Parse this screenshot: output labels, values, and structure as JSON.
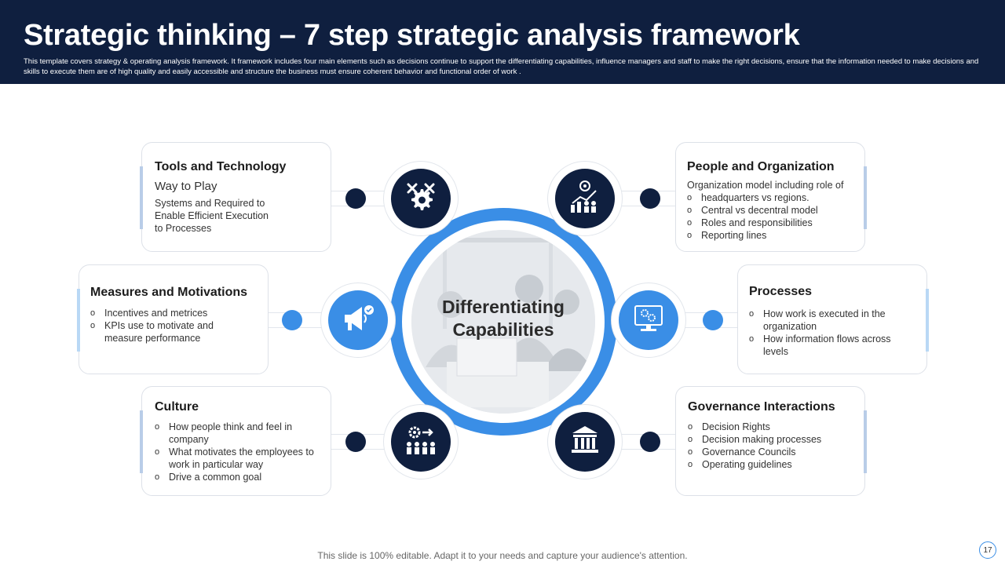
{
  "header": {
    "title": "Strategic thinking – 7 step strategic analysis framework",
    "subtitle": "This template covers strategy & operating analysis framework. It framework includes four main elements such as decisions continue to support the differentiating capabilities, influence managers and staff to make the right decisions, ensure that the information needed to make decisions and skills to execute them are of high quality and easily accessible and structure the business must ensure coherent behavior and functional order of work ."
  },
  "center": {
    "label_line1": "Differentiating",
    "label_line2": "Capabilities"
  },
  "cards": {
    "tools": {
      "title": "Tools and Technology",
      "subtitle": "Way to Play",
      "text_lines": [
        "Systems and Required  to",
        "Enable Efficient Execution",
        "to Processes"
      ]
    },
    "people": {
      "title": "People and Organization",
      "lines": [
        "Organization  model including role of"
      ],
      "bullets": [
        "headquarters  vs regions.",
        "Central vs decentral model",
        "Roles and responsibilities",
        "Reporting lines"
      ]
    },
    "measures": {
      "title": "Measures and Motivations",
      "bullets": [
        "Incentives  and metrices",
        "KPIs use to motivate  and measure performance"
      ]
    },
    "processes": {
      "title": "Processes",
      "bullets": [
        "How work is executed  in the organization",
        "How information  flows across levels"
      ]
    },
    "culture": {
      "title": "Culture",
      "bullets": [
        "How people think and feel in company",
        "What motivates the employees to work in particular way",
        "Drive  a common goal"
      ]
    },
    "governance": {
      "title": "Governance Interactions",
      "bullets": [
        "Decision Rights",
        "Decision making processes",
        "Governance  Councils",
        "Operating guidelines"
      ]
    }
  },
  "icons": {
    "tools": "gear-wrench-icon",
    "people": "growth-chart-people-icon",
    "measures": "megaphone-icon",
    "processes": "monitor-gears-icon",
    "culture": "gear-team-icon",
    "governance": "bank-building-icon"
  },
  "colors": {
    "header_bg": "#0f1f3f",
    "navy": "#0f1f3f",
    "blue": "#3a8ee6",
    "accent_light": "#b9cde8"
  },
  "footer": {
    "text": "This slide is 100% editable. Adapt it to your needs and capture your audience's attention.",
    "page_number": "17"
  }
}
